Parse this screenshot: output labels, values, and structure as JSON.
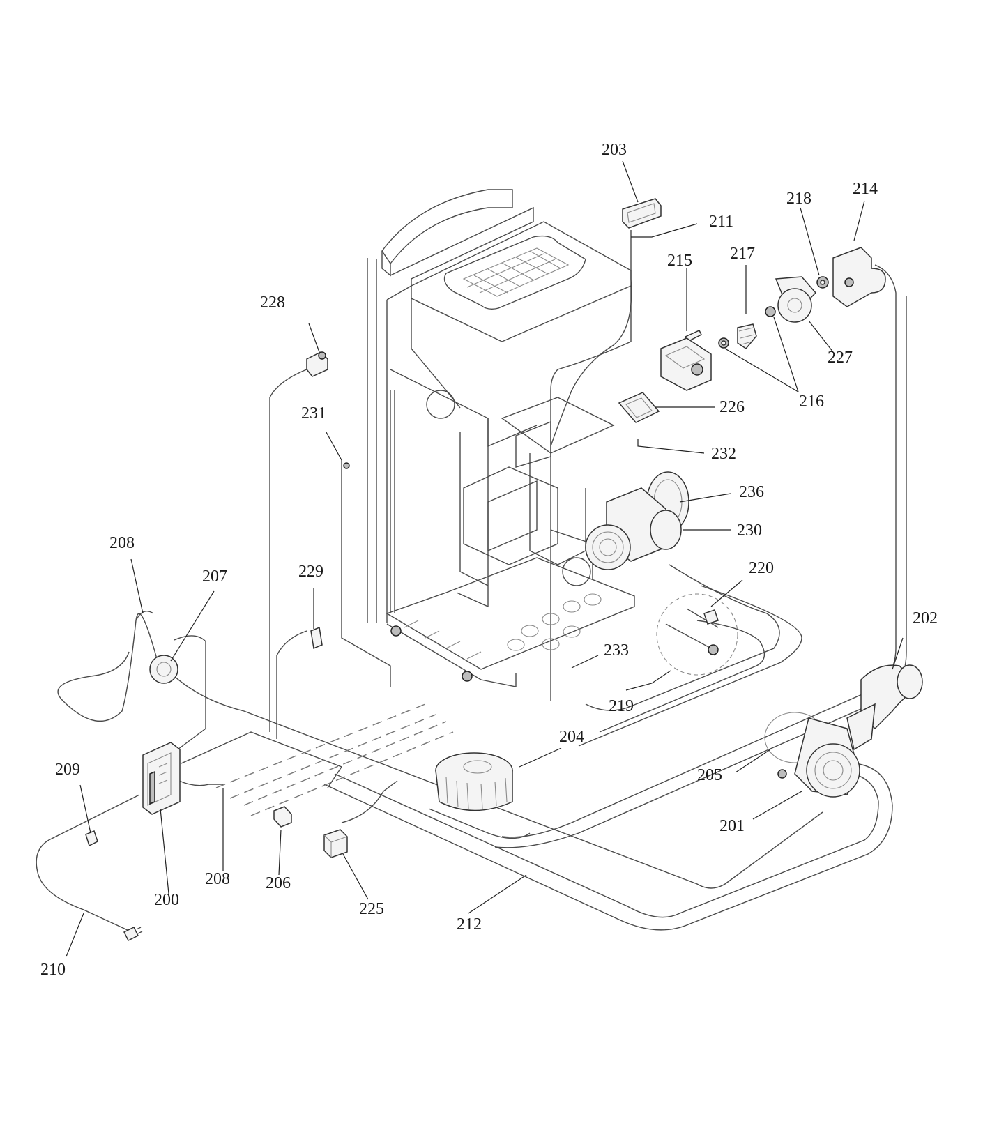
{
  "diagram": {
    "labels": {
      "l200": "200",
      "l201": "201",
      "l202": "202",
      "l203": "203",
      "l204": "204",
      "l205": "205",
      "l206": "206",
      "l207": "207",
      "l208a": "208",
      "l208b": "208",
      "l209": "209",
      "l210": "210",
      "l211": "211",
      "l212": "212",
      "l214": "214",
      "l215": "215",
      "l216": "216",
      "l217": "217",
      "l218": "218",
      "l219": "219",
      "l220": "220",
      "l225": "225",
      "l226": "226",
      "l227": "227",
      "l228": "228",
      "l229": "229",
      "l230": "230",
      "l231": "231",
      "l232": "232",
      "l233": "233",
      "l236": "236"
    }
  }
}
